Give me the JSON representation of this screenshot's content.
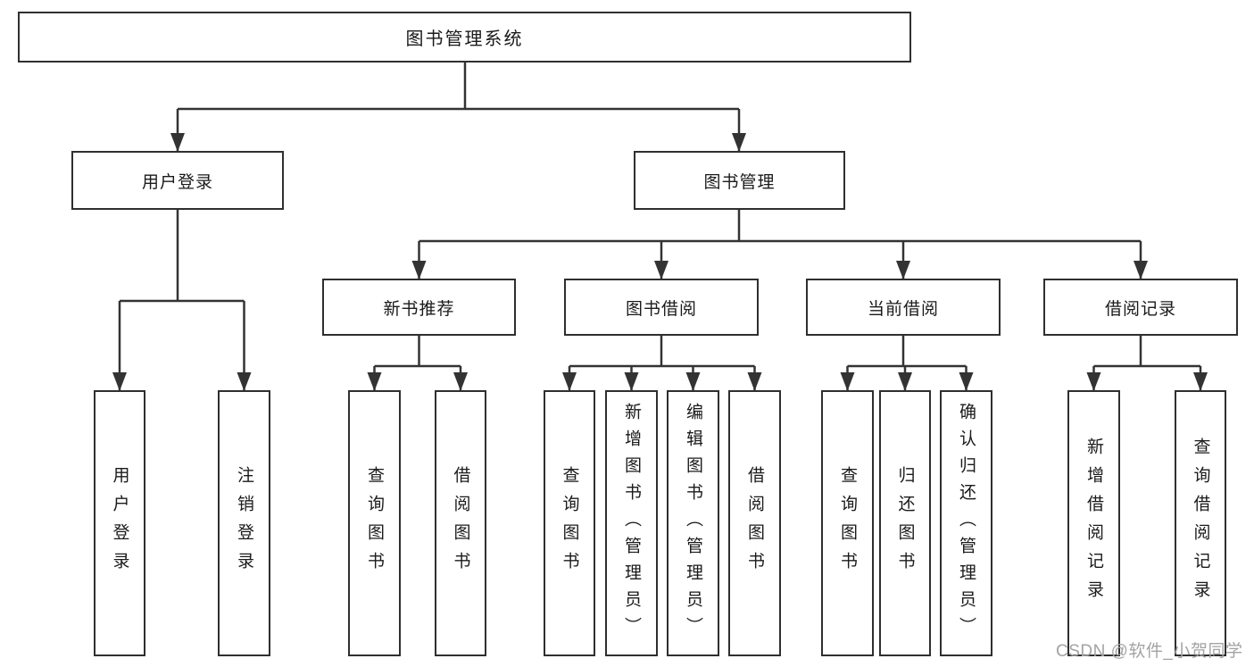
{
  "canvas": {
    "background_color": "#ffffff",
    "line_color": "#333333",
    "box_border_color": "#2f2f2f",
    "text_color": "#1a1a1a"
  },
  "tree": {
    "root": {
      "label": "图书管理系统"
    },
    "children": [
      {
        "label": "用户登录",
        "children": [
          {
            "label": "用户登录"
          },
          {
            "label": "注销登录"
          }
        ]
      },
      {
        "label": "图书管理",
        "children": [
          {
            "label": "新书推荐",
            "children": [
              {
                "label": "查询图书"
              },
              {
                "label": "借阅图书"
              }
            ]
          },
          {
            "label": "图书借阅",
            "children": [
              {
                "label": "查询图书"
              },
              {
                "label": "新增图书（管理员）"
              },
              {
                "label": "编辑图书（管理员）"
              },
              {
                "label": "借阅图书"
              }
            ]
          },
          {
            "label": "当前借阅",
            "children": [
              {
                "label": "查询图书"
              },
              {
                "label": "归还图书"
              },
              {
                "label": "确认归还（管理员）"
              }
            ]
          },
          {
            "label": "借阅记录",
            "children": [
              {
                "label": "新增借阅记录"
              },
              {
                "label": "查询借阅记录"
              }
            ]
          }
        ]
      }
    ]
  },
  "watermark": {
    "text": "CSDN @软件_小贺同学",
    "color": "#a3a3a3"
  }
}
